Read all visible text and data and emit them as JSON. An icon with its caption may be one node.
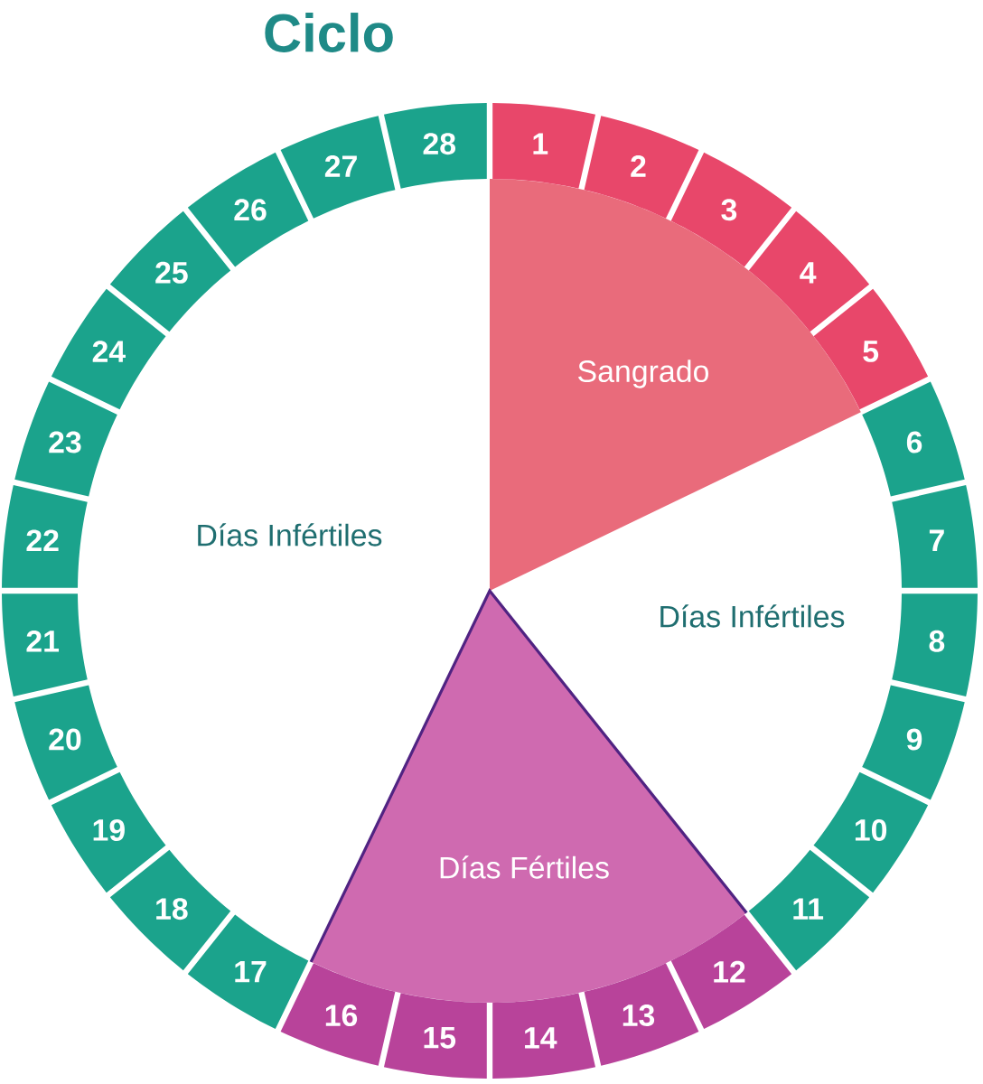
{
  "diagram": {
    "title": "Ciclo",
    "nodes": [
      {
        "text": [
          "Sangrado"
        ]
      },
      {
        "text": [
          "Días Fértiles"
        ]
      },
      {
        "text": [
          "1"
        ]
      },
      {
        "text": [
          "2"
        ]
      },
      {
        "text": [
          "3"
        ]
      },
      {
        "text": [
          "4"
        ]
      },
      {
        "text": [
          "5"
        ]
      },
      {
        "text": [
          "6"
        ]
      },
      {
        "text": [
          "7"
        ]
      },
      {
        "text": [
          "8"
        ]
      },
      {
        "text": [
          "9"
        ]
      },
      {
        "text": [
          "10"
        ]
      },
      {
        "text": [
          "11"
        ]
      },
      {
        "text": [
          "12"
        ]
      },
      {
        "text": [
          "13"
        ]
      },
      {
        "text": [
          "14"
        ]
      },
      {
        "text": [
          "15"
        ]
      },
      {
        "text": [
          "16"
        ]
      },
      {
        "text": [
          "17"
        ]
      },
      {
        "text": [
          "18"
        ]
      },
      {
        "text": [
          "19"
        ]
      },
      {
        "text": [
          "20"
        ]
      },
      {
        "text": [
          "21"
        ]
      },
      {
        "text": [
          "22"
        ]
      },
      {
        "text": [
          "23"
        ]
      },
      {
        "text": [
          "24"
        ]
      },
      {
        "text": [
          "25"
        ]
      },
      {
        "text": [
          "26"
        ]
      },
      {
        "text": [
          "27"
        ]
      },
      {
        "text": [
          "28"
        ]
      }
    ],
    "labels": [
      "Días Infértiles",
      "Días Infértiles"
    ]
  }
}
